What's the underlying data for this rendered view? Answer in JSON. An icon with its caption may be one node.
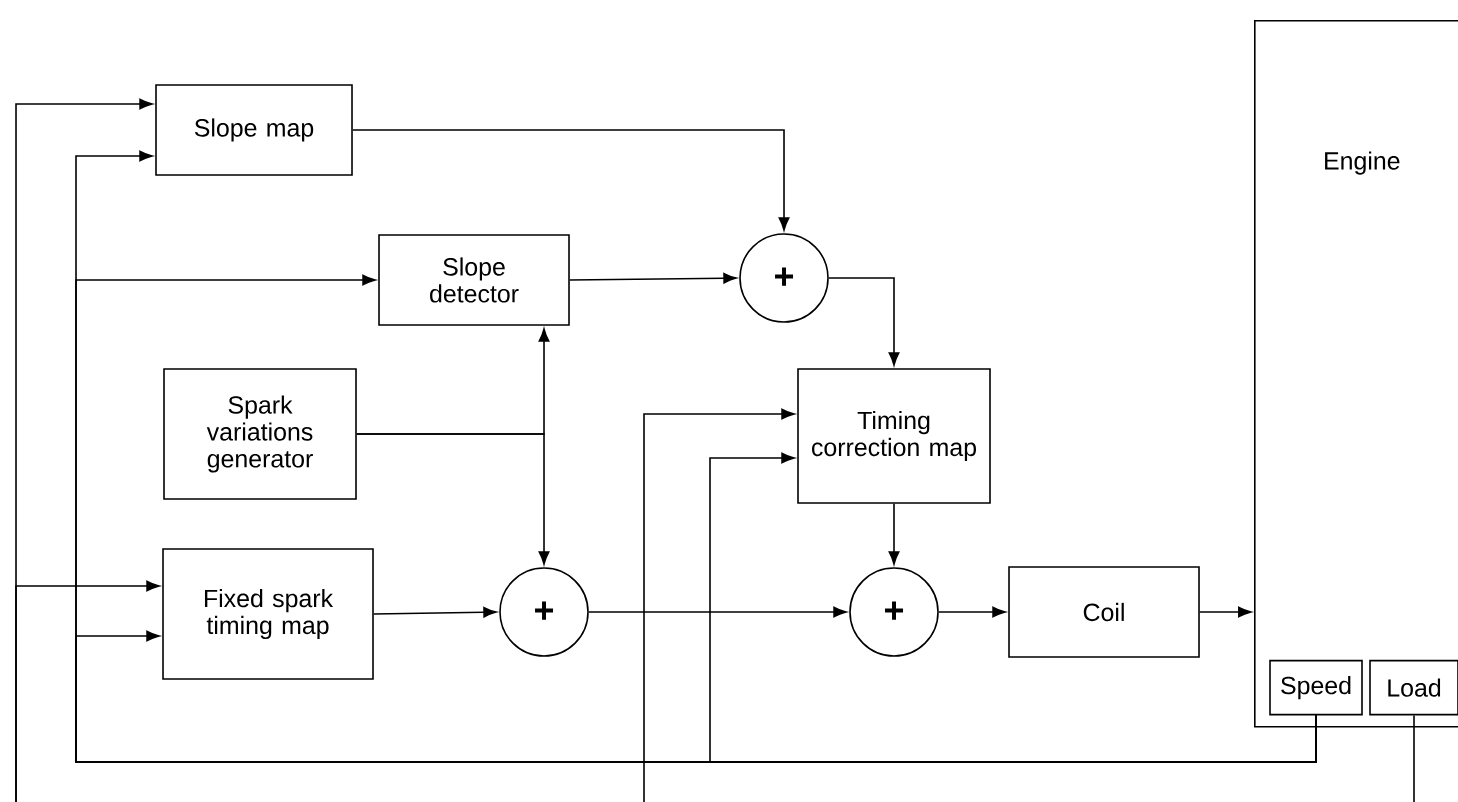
{
  "diagram": {
    "nodes": [
      {
        "text": [
          "Slope map"
        ]
      },
      {
        "text": [
          "Slope detector"
        ]
      },
      {
        "text": [
          "Spark variations generator"
        ]
      },
      {
        "text": [
          "Fixed spark timing map"
        ]
      },
      {
        "text": [
          "+"
        ]
      },
      {
        "text": [
          "Timing correction map"
        ]
      },
      {
        "text": [
          "+"
        ]
      },
      {
        "text": [
          "+"
        ]
      },
      {
        "text": [
          "Coil"
        ]
      },
      {
        "text": [
          "Engine"
        ]
      },
      {
        "text": [
          "Speed"
        ],
        "in": 9
      },
      {
        "text": [
          "Load"
        ],
        "in": 9
      }
    ],
    "edges": [
      {
        "from": 0,
        "to": 4,
        "arrow": "to"
      },
      {
        "from": 1,
        "to": 4,
        "arrow": "to"
      },
      {
        "from": 4,
        "to": 5,
        "arrow": "to"
      },
      {
        "from": 2,
        "to": 1,
        "arrow": "to"
      },
      {
        "from": 2,
        "to": 6,
        "arrow": "to"
      },
      {
        "from": 3,
        "to": 6,
        "arrow": "to"
      },
      {
        "from": 6,
        "to": 7,
        "arrow": "to"
      },
      {
        "from": 5,
        "to": 7,
        "arrow": "to"
      },
      {
        "from": 7,
        "to": 8,
        "arrow": "to"
      },
      {
        "from": 8,
        "to": 9,
        "arrow": "to"
      },
      {
        "from": 10,
        "to": 0,
        "arrow": "to"
      },
      {
        "from": 10,
        "to": 1,
        "arrow": "to"
      },
      {
        "from": 10,
        "to": 3,
        "arrow": "to"
      },
      {
        "from": 10,
        "to": 5,
        "arrow": "to"
      },
      {
        "from": 11,
        "to": null,
        "arrow": "none"
      },
      {
        "from": null,
        "to": 0,
        "arrow": "to"
      },
      {
        "from": null,
        "to": 3,
        "arrow": "to"
      },
      {
        "from": null,
        "to": 5,
        "arrow": "to"
      }
    ]
  }
}
